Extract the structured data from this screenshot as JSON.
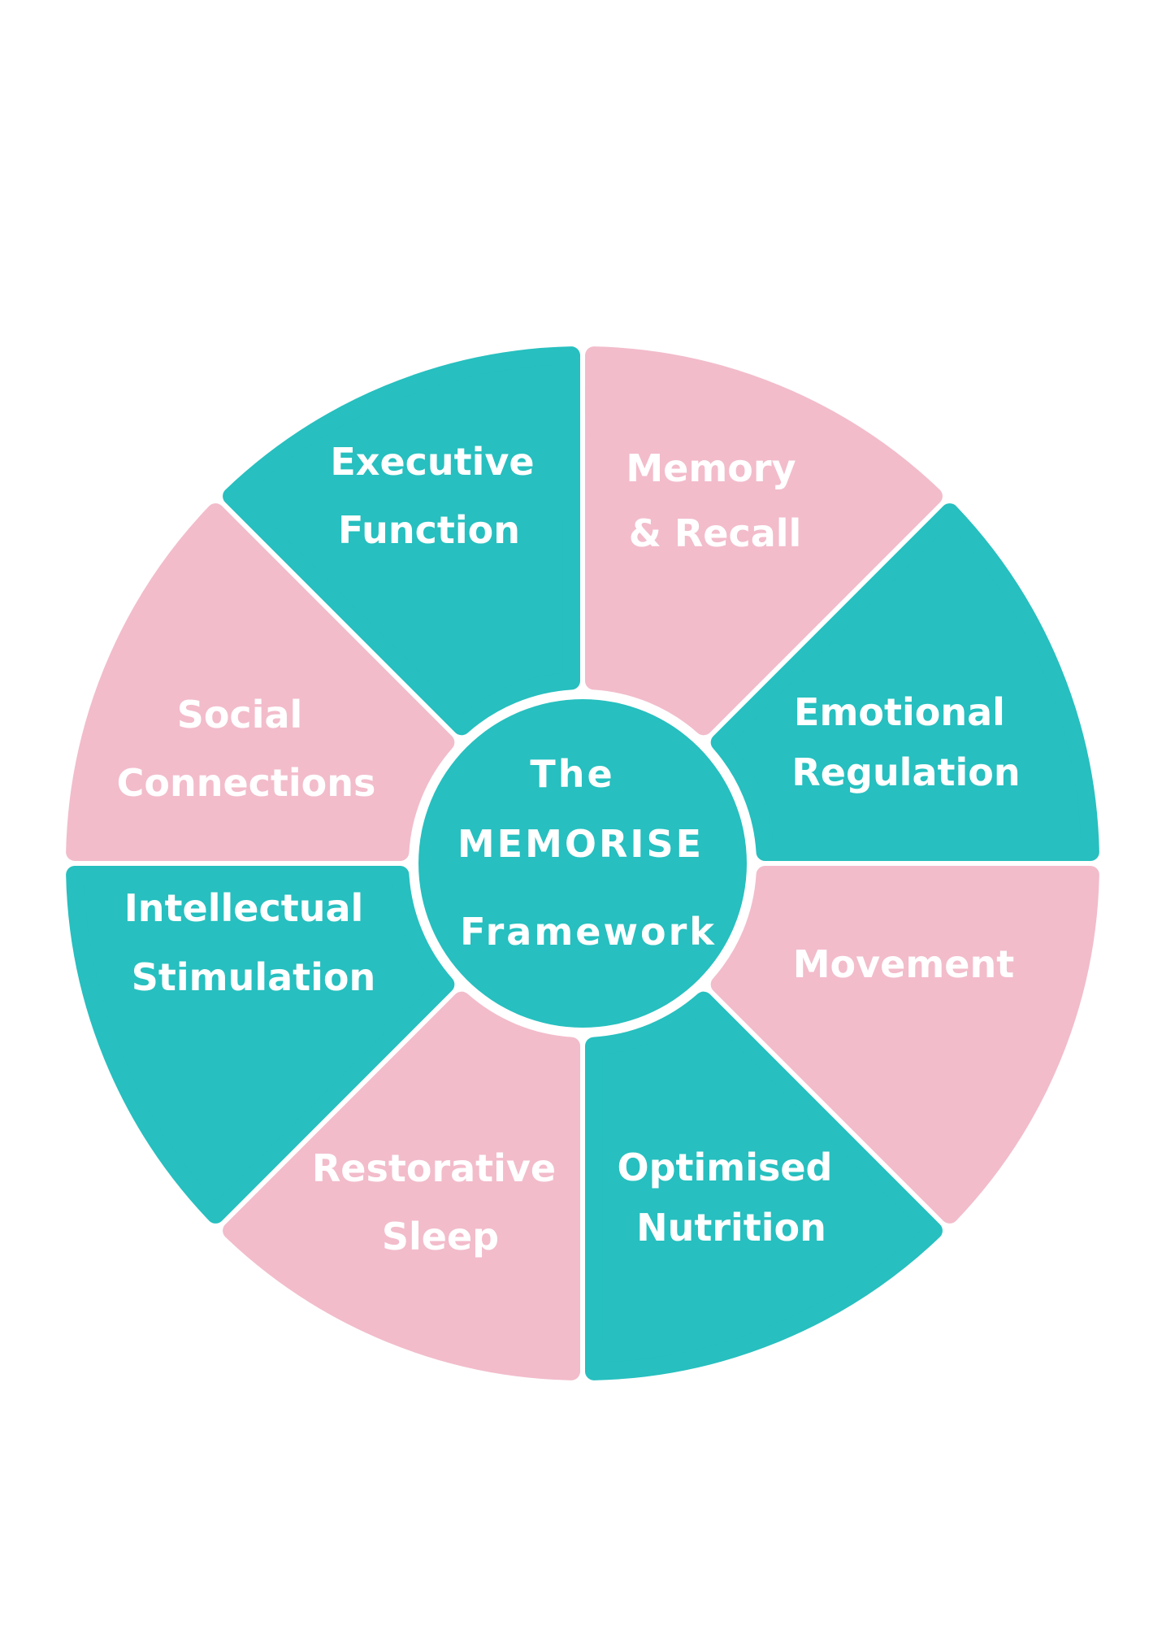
{
  "colors": {
    "teal": "#27bfbf",
    "pink": "#f2bccb",
    "background": "#ffffff",
    "text": "#ffffff"
  },
  "center": {
    "lines": [
      "The",
      "MEMORISE",
      "Framework"
    ],
    "color": "teal"
  },
  "segments": [
    {
      "lines": [
        "Executive",
        "Function"
      ],
      "color": "teal"
    },
    {
      "lines": [
        "Memory",
        "& Recall"
      ],
      "color": "pink"
    },
    {
      "lines": [
        "Emotional",
        "Regulation"
      ],
      "color": "teal"
    },
    {
      "lines": [
        "Movement"
      ],
      "color": "pink"
    },
    {
      "lines": [
        "Optimised",
        "Nutrition"
      ],
      "color": "teal"
    },
    {
      "lines": [
        "Restorative",
        "Sleep"
      ],
      "color": "pink"
    },
    {
      "lines": [
        "Intellectual",
        "Stimulation"
      ],
      "color": "teal"
    },
    {
      "lines": [
        "Social",
        "Connections"
      ],
      "color": "pink"
    }
  ]
}
